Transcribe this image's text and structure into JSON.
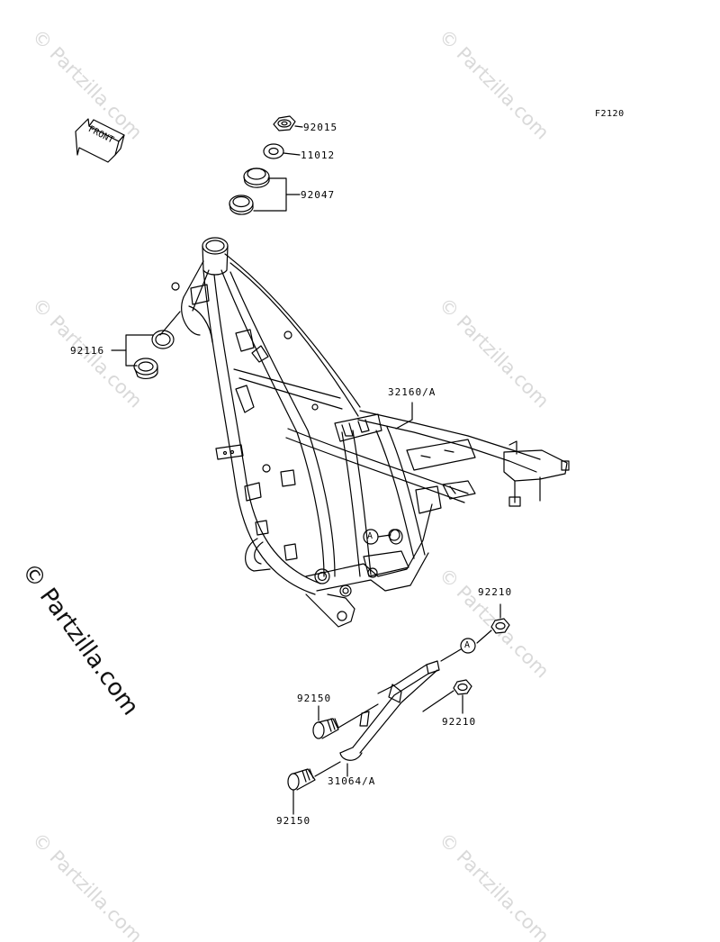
{
  "figure": {
    "id": "F2120"
  },
  "front_label": "FRONT",
  "parts": [
    {
      "number": "92015"
    },
    {
      "number": "11012"
    },
    {
      "number": "92047"
    },
    {
      "number": "92116"
    },
    {
      "number": "32160/A"
    },
    {
      "number": "92210"
    },
    {
      "number": "92150"
    },
    {
      "number": "92210"
    },
    {
      "number": "31064/A"
    },
    {
      "number": "92150"
    }
  ],
  "reference_marks": [
    "A",
    "A"
  ],
  "watermark": {
    "text": "© Partzilla.com",
    "side_text": "© Partzilla.com"
  }
}
